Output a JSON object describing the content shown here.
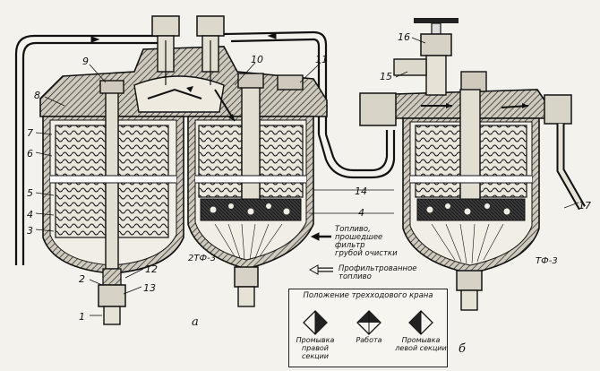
{
  "callouts": {
    "n1": "1",
    "n2": "2",
    "n3": "3",
    "n4": "4",
    "n5": "5",
    "n6": "6",
    "n7": "7",
    "n8": "8",
    "n9": "9",
    "n10": "10",
    "n11": "11",
    "n12": "12",
    "n13": "13",
    "n14": "14",
    "n15": "15",
    "n16": "16",
    "n17": "17",
    "n4b": "4"
  },
  "subfigures": {
    "a": "а",
    "b": "б"
  },
  "models": {
    "left": "2ТФ-3",
    "right": "ТФ-3"
  },
  "legend": {
    "coarse_line1": "Топливо,",
    "coarse_line2": "прошедшее",
    "coarse_line3": "фильтр",
    "coarse_line4": "грубой очистки",
    "fine_line1": "Профильтрованное",
    "fine_line2": "топливо"
  },
  "valve_box": {
    "title": "Положение трехходового крана",
    "positions": [
      {
        "line1": "Промывка",
        "line2": "правой секции"
      },
      {
        "line1": "Работа",
        "line2": ""
      },
      {
        "line1": "Промывка",
        "line2": "левой секции"
      }
    ]
  },
  "colors": {
    "ink": "#1a1a1a",
    "paper": "#f4f2ec",
    "metal": "#d8d4c8"
  }
}
